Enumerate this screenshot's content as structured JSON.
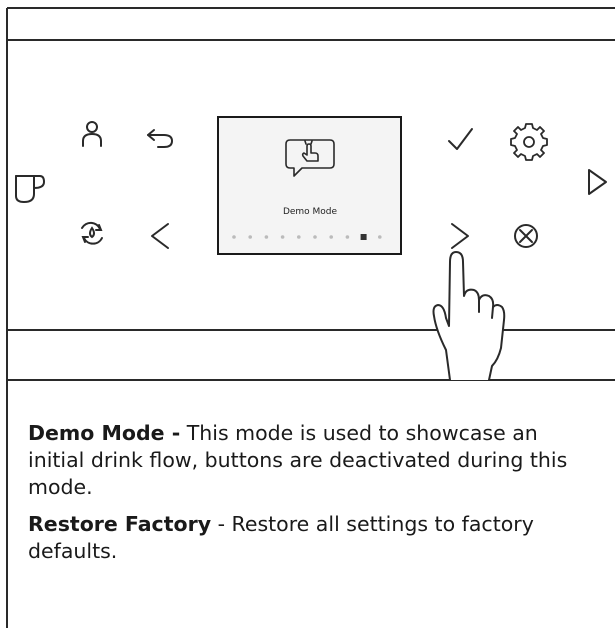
{
  "screen": {
    "mode_label": "Demo Mode",
    "page_dots_total": 10,
    "page_dot_active": 9
  },
  "captions": [
    {
      "term": "Demo Mode -",
      "text": " This mode is used to showcase an initial drink flow, buttons are deactivated during this mode."
    },
    {
      "term": "Restore Factory",
      "text": " - Restore all settings to factory defaults."
    }
  ],
  "colors": {
    "line": "#2a2a2a",
    "screen_border": "#1a1a1a",
    "screen_fill": "#f4f4f4",
    "dot_inactive": "#bbbbbb",
    "dot_active": "#333333"
  }
}
